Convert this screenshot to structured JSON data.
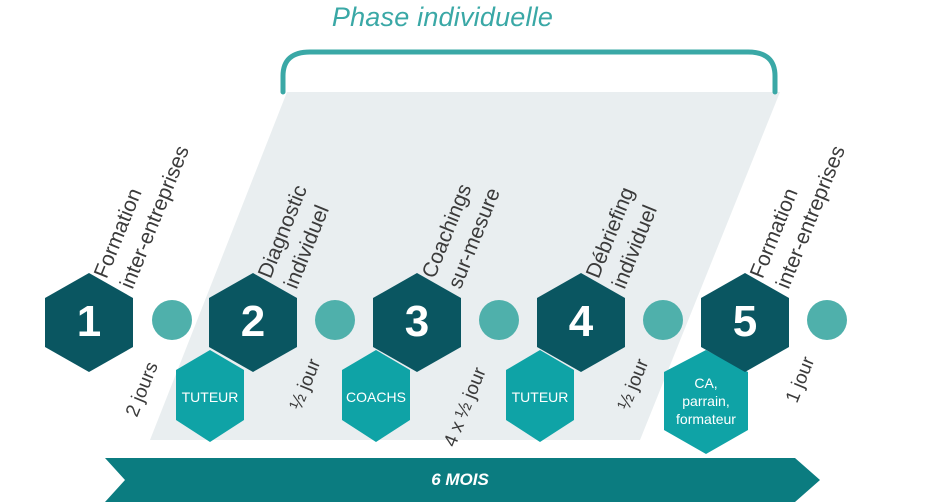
{
  "phase_title": "Phase individuelle",
  "timeline_label": "6 MOIS",
  "steps": [
    {
      "number": "1",
      "label_line1": "Formation",
      "label_line2": "inter-entreprises",
      "duration": "2 jours"
    },
    {
      "number": "2",
      "label_line1": "Diagnostic",
      "label_line2": "individuel",
      "duration": "½ jour",
      "role": "TUTEUR"
    },
    {
      "number": "3",
      "label_line1": "Coachings",
      "label_line2": "sur-mesure",
      "duration": "4 x ½ jour",
      "role": "COACHS"
    },
    {
      "number": "4",
      "label_line1": "Débriefing",
      "label_line2": "individuel",
      "duration": "½ jour",
      "role": "TUTEUR"
    },
    {
      "number": "5",
      "label_line1": "Formation",
      "label_line2": "inter-entreprises",
      "duration": "1 jour",
      "role_lines": [
        "CA,",
        "parrain,",
        "formateur"
      ]
    }
  ],
  "colors": {
    "dark_teal": "#0a5661",
    "accent_teal": "#0fa3a6",
    "dot_teal": "#4fb0ab",
    "band_gray": "#e9eef0",
    "arrow_teal": "#0b7c80",
    "text": "#3b3b3b"
  }
}
